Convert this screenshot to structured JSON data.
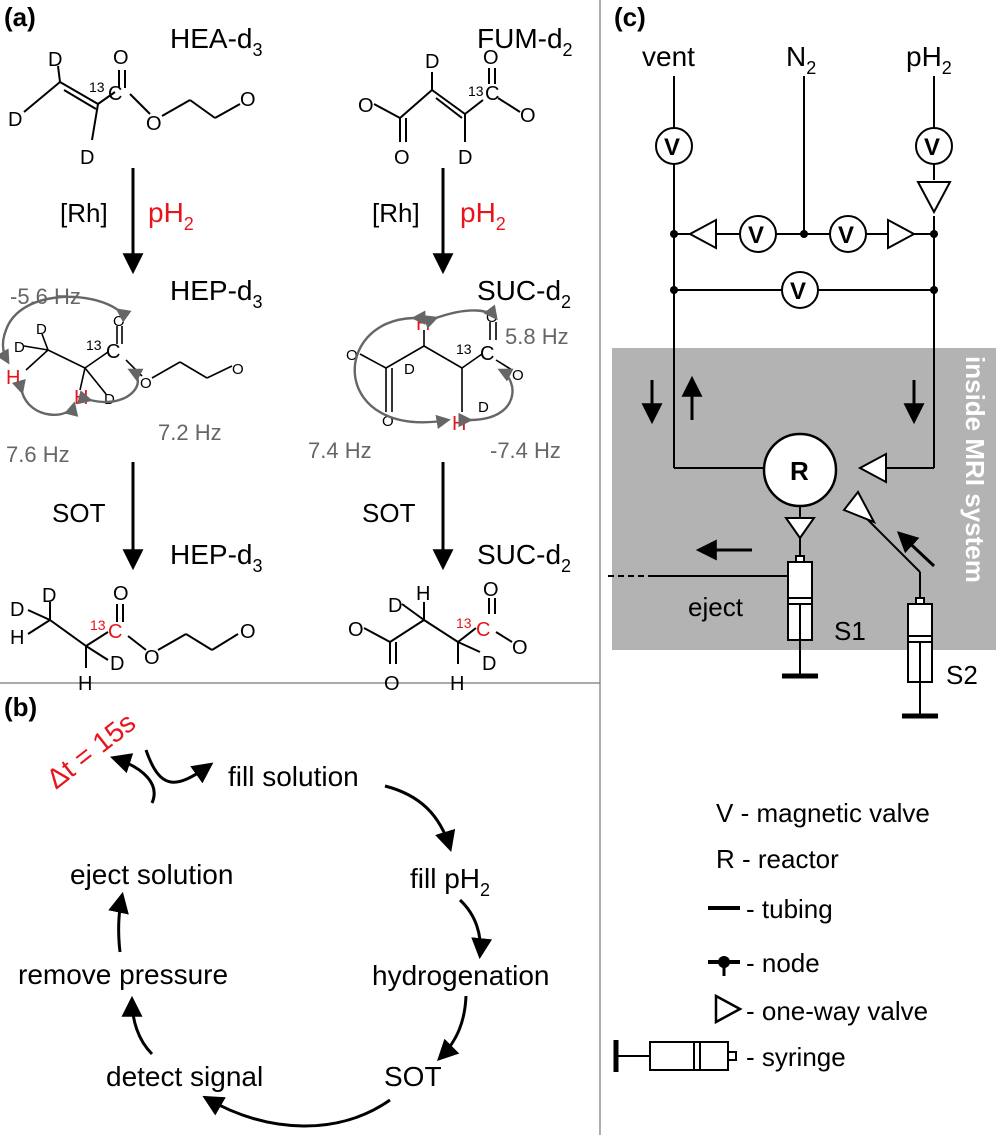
{
  "panels": {
    "a": {
      "label": "(a)",
      "compounds": {
        "hea": "HEA-d",
        "hea_sub": "3",
        "fum": "FUM-d",
        "fum_sub": "2",
        "hep1": "HEP-d",
        "hep1_sub": "3",
        "suc1": "SUC-d",
        "suc1_sub": "2",
        "hep2": "HEP-d",
        "hep2_sub": "3",
        "suc2": "SUC-d",
        "suc2_sub": "2"
      },
      "catalyst": "[Rh]",
      "reagent": "pH",
      "reagent_sub": "2",
      "sot": "SOT",
      "isotope": "13",
      "atoms": {
        "D": "D",
        "H": "H",
        "O": "O",
        "C": "C"
      },
      "couplings_hep": [
        "-5.6 Hz",
        "7.2 Hz",
        "7.6 Hz"
      ],
      "couplings_suc": [
        "5.8 Hz",
        "7.4 Hz",
        "-7.4 Hz"
      ]
    },
    "b": {
      "label": "(b)",
      "delay": "Δt = 15s",
      "steps": [
        "fill solution",
        "fill pH",
        "hydrogenation",
        "SOT",
        "detect signal",
        "remove pressure",
        "eject solution"
      ],
      "fill_sub": "2"
    },
    "c": {
      "label": "(c)",
      "gas_vent": "vent",
      "gas_n2": "N",
      "gas_n2_sub": "2",
      "gas_ph2": "pH",
      "gas_ph2_sub": "2",
      "valve": "V",
      "reactor": "R",
      "mri_label": "inside MRI system",
      "eject": "eject",
      "s1": "S1",
      "s2": "S2",
      "legend": [
        "V - magnetic valve",
        "R - reactor",
        "- tubing",
        "- node",
        "- one-way valve",
        "- syringe"
      ]
    }
  },
  "colors": {
    "red": "#e8141b",
    "grey": "#666666",
    "mri_box": "#b3b3b3"
  }
}
